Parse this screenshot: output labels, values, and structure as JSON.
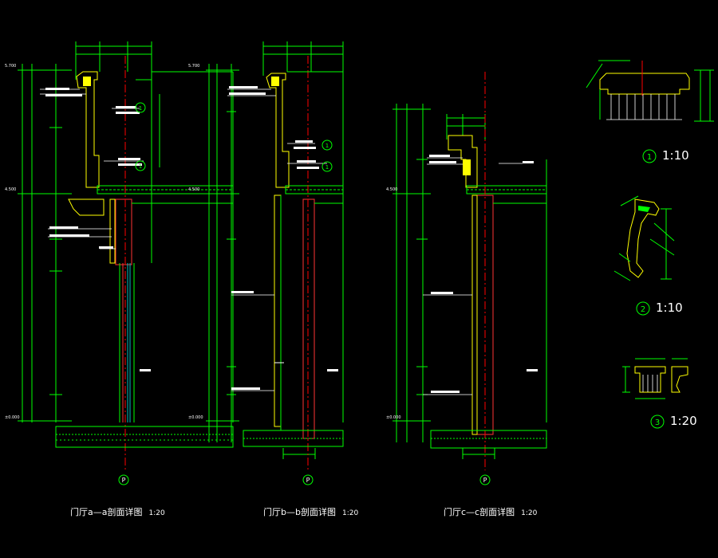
{
  "colors": {
    "background": "#000000",
    "dim": "#00ff00",
    "wall": "#ff3333",
    "fill": "#ffff00",
    "slab": "#00ff00",
    "axis": "#ff0000",
    "text": "#ffffff",
    "aux": "#00c0c0"
  },
  "sections": [
    {
      "caption": "门厅a—a剖面详图",
      "scale": "1:20",
      "axis": "P",
      "levels": [
        "5.700",
        "4.500",
        "±0.000"
      ]
    },
    {
      "caption": "门厅b—b剖面详图",
      "scale": "1:20",
      "axis": "P",
      "levels": [
        "5.700",
        "4.500",
        "±0.000"
      ]
    },
    {
      "caption": "门厅c—c剖面详图",
      "scale": "1:20",
      "axis": "P",
      "levels": [
        "4.500",
        "±0.000"
      ]
    }
  ],
  "details": [
    {
      "number": "1",
      "scale": "1:10"
    },
    {
      "number": "2",
      "scale": "1:10"
    },
    {
      "number": "3",
      "scale": "1:20"
    }
  ],
  "markers": [
    "1",
    "1",
    "1",
    "1"
  ]
}
